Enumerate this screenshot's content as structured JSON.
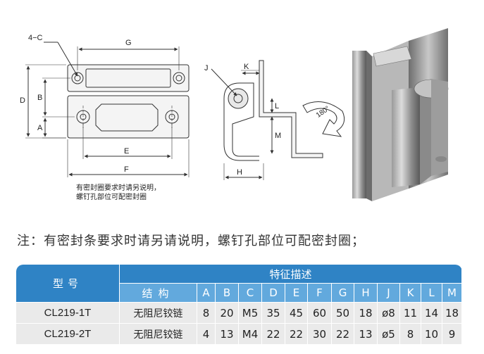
{
  "drawing": {
    "dims": {
      "four_c": "4−C",
      "g": "G",
      "d": "D",
      "b": "B",
      "a": "A",
      "e": "E",
      "f": "F",
      "j": "J",
      "k": "K",
      "l": "L",
      "m": "M",
      "h": "H",
      "rotation": "180°"
    },
    "caption_line1": "有密封圈要求时请另说明，",
    "caption_line2": "螺钉孔部位可配密封圈"
  },
  "note": "注：有密封条要求时请另请说明，螺钉孔部位可配密封圈；",
  "table": {
    "model_header": "型号",
    "features_header": "特征描述",
    "structure_header": "结构",
    "columns": [
      "A",
      "B",
      "C",
      "D",
      "E",
      "F",
      "G",
      "H",
      "J",
      "K",
      "L",
      "M"
    ],
    "rows": [
      {
        "model": "CL219-1T",
        "structure": "无阻尼铰链",
        "values": [
          "8",
          "20",
          "M5",
          "35",
          "45",
          "60",
          "50",
          "18",
          "ø8",
          "11",
          "14",
          "18"
        ]
      },
      {
        "model": "CL219-2T",
        "structure": "无阻尼铰链",
        "values": [
          "4",
          "13",
          "M4",
          "22",
          "22",
          "30",
          "22",
          "13",
          "ø5",
          "8",
          "10",
          "9"
        ]
      }
    ]
  },
  "colors": {
    "header_blue": "#2f83c5",
    "subheader_blue": "#62a9dd",
    "row_gray": "#eaeaea"
  }
}
